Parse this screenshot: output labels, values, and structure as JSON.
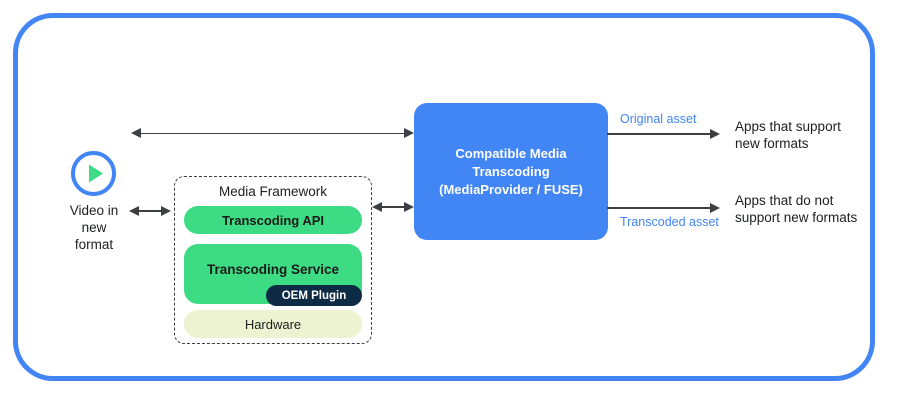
{
  "frame": {
    "accent_color": "#4285F4"
  },
  "source": {
    "icon": "play-circle-icon",
    "caption": "Video in\nnew\nformat"
  },
  "media_framework": {
    "title": "Media Framework",
    "layers": [
      {
        "label": "Transcoding API",
        "color": "#3DDC84"
      },
      {
        "label": "Transcoding Service",
        "color": "#3DDC84"
      },
      {
        "label": "Hardware",
        "color": "#EDF3D1"
      }
    ],
    "badge": {
      "label": "OEM Plugin",
      "color": "#0D2B45"
    }
  },
  "center": {
    "title": "Compatible Media\nTranscoding\n(MediaProvider / FUSE)",
    "color": "#4285F4"
  },
  "outputs": [
    {
      "asset_label": "Original asset",
      "consumer_label": "Apps that support\nnew formats"
    },
    {
      "asset_label": "Transcoded asset",
      "consumer_label": "Apps that do not\nsupport new formats"
    }
  ],
  "connections": {
    "source_to_framework": "bidirectional",
    "framework_to_center": "bidirectional",
    "source_to_center_top": "bidirectional"
  }
}
